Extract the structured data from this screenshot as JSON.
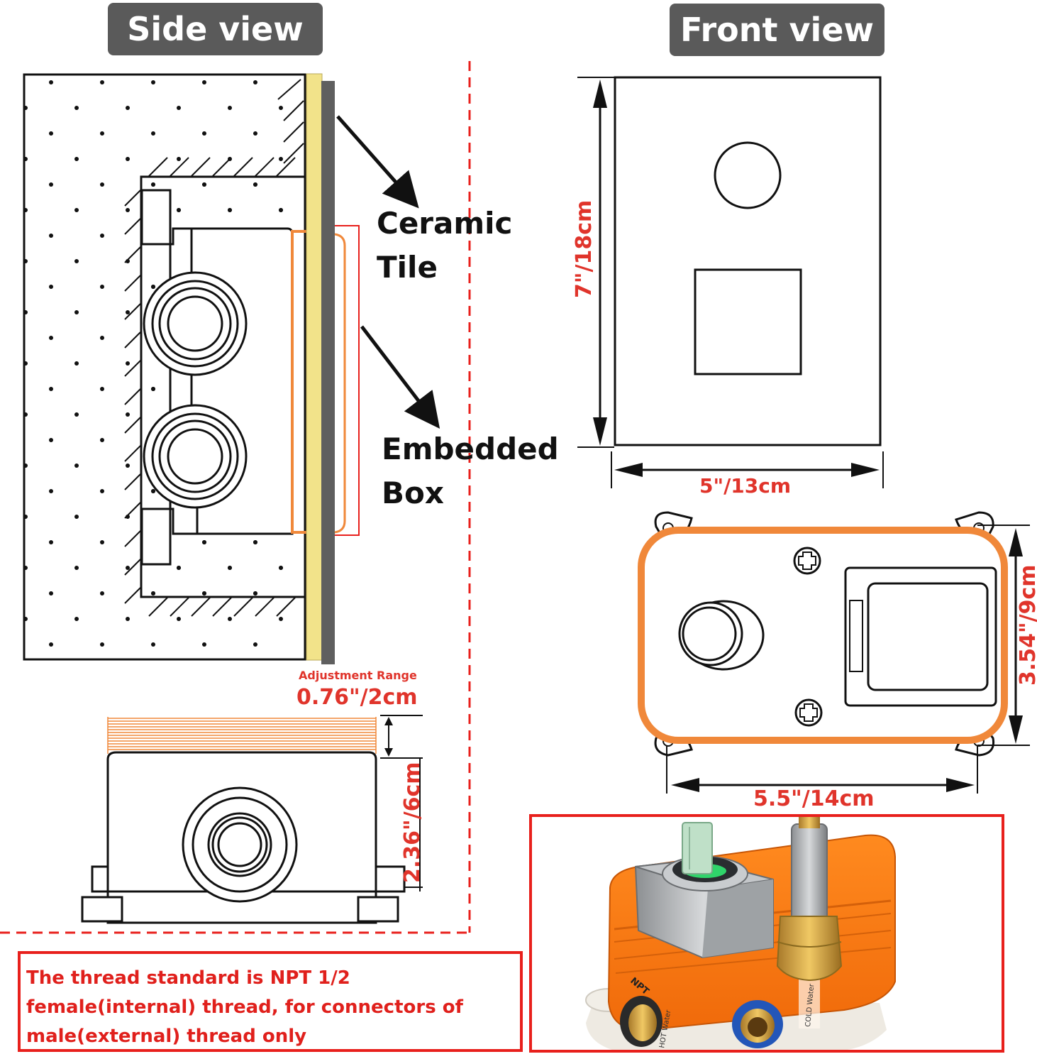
{
  "headers": {
    "side_view": "Side view",
    "front_view": "Front view"
  },
  "side_labels": {
    "ceramic_tile_line1": "Ceramic",
    "ceramic_tile_line2": "Tile",
    "embedded_box_line1": "Embedded",
    "embedded_box_line2": "Box"
  },
  "dimensions": {
    "adjustment_range_label": "Adjustment Range",
    "adjustment_range_value": "0.76\"/2cm",
    "box_depth": "2.36\"/6cm",
    "plate_height": "7\"/18cm",
    "plate_width": "5\"/13cm",
    "box_height": "3.54\"/9cm",
    "box_width": "5.5\"/14cm"
  },
  "photo_labels": {
    "npt": "NPT",
    "cold_water": "COLD Water",
    "hot_water": "HOT Water"
  },
  "note": "The thread standard is NPT 1/2 female(internal) thread, for connectors of male(external) thread only",
  "colors": {
    "badge": "#5a5a5a",
    "dimension_red": "#e0342b",
    "box_orange": "#f0883a",
    "tile_yellow": "#f2e38a",
    "tile_gray": "#5f5f5f"
  }
}
